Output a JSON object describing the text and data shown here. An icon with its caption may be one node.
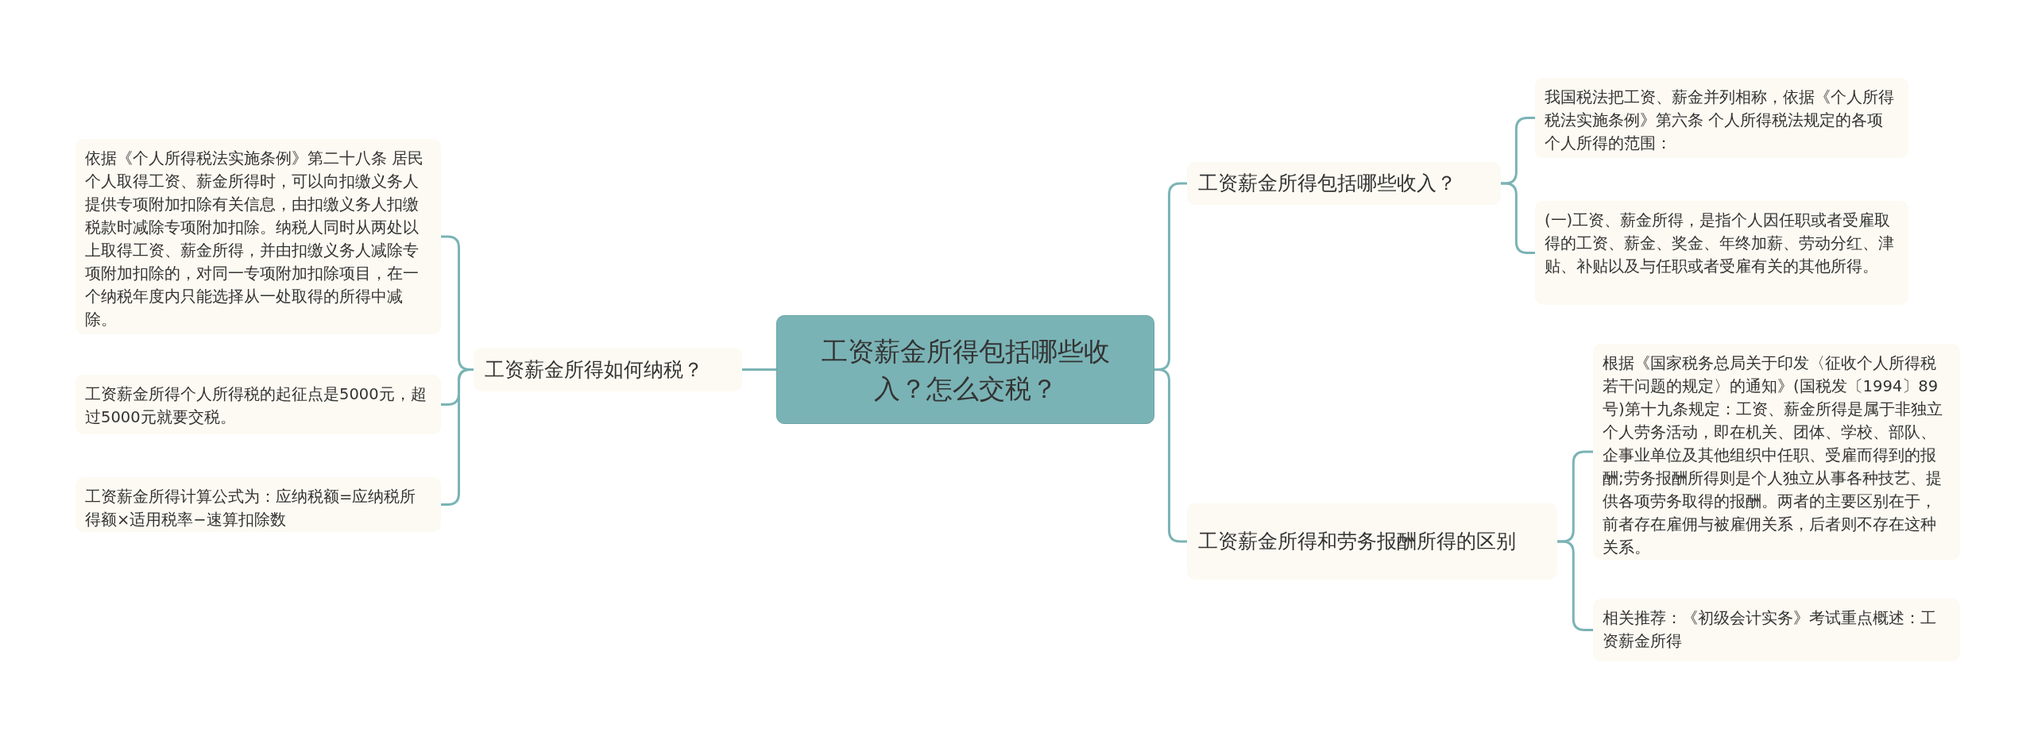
{
  "diagram": {
    "nodes": [
      {
        "text": [
          "工资薪金所得包括哪些收入？怎么交税？"
        ]
      },
      {
        "text": [
          "工资薪金所得如何纳税？"
        ]
      },
      {
        "text": [
          "依据《个人所得税法实施条例》第二十八条 居民个人取得工资、薪金所得时，可以向扣缴义务人提供专项附加扣除有关信息，由扣缴义务人扣缴税款时减除专项附加扣除。纳税人同时从两处以上取得工资、薪金所得，并由扣缴义务人减除专项附加扣除的，对同一专项附加扣除项目，在一个纳税年度内只能选择从一处取得的所得中减除。"
        ]
      },
      {
        "text": [
          "工资薪金所得个人所得税的起征点是5000元，超过5000元就要交税。"
        ]
      },
      {
        "text": [
          "工资薪金所得计算公式为：应纳税额=应纳税所得额×适用税率−速算扣除数"
        ]
      },
      {
        "text": [
          "工资薪金所得包括哪些收入？"
        ]
      },
      {
        "text": [
          "我国税法把工资、薪金并列相称，依据《个人所得税法实施条例》第六条 个人所得税法规定的各项个人所得的范围："
        ]
      },
      {
        "text": [
          "(一)工资、薪金所得，是指个人因任职或者受雇取得的工资、薪金、奖金、年终加薪、劳动分红、津贴、补贴以及与任职或者受雇有关的其他所得。"
        ]
      },
      {
        "text": [
          "工资薪金所得和劳务报酬所得的区别"
        ]
      },
      {
        "text": [
          "根据《国家税务总局关于印发〈征收个人所得税若干问题的规定〉的通知》(国税发〔1994〕89号)第十九条规定：工资、薪金所得是属于非独立个人劳务活动，即在机关、团体、学校、部队、企事业单位及其他组织中任职、受雇而得到的报酬;劳务报酬所得则是个人独立从事各种技艺、提供各项劳务取得的报酬。两者的主要区别在于，前者存在雇佣与被雇佣关系，后者则不存在这种关系。"
        ]
      },
      {
        "text": [
          "相关推荐：《初级会计实务》考试重点概述：工资薪金所得"
        ]
      }
    ],
    "edges": [
      {
        "from": 0,
        "to": 1,
        "arrow": "none"
      },
      {
        "from": 1,
        "to": 2,
        "arrow": "none"
      },
      {
        "from": 1,
        "to": 3,
        "arrow": "none"
      },
      {
        "from": 1,
        "to": 4,
        "arrow": "none"
      },
      {
        "from": 0,
        "to": 5,
        "arrow": "none"
      },
      {
        "from": 5,
        "to": 6,
        "arrow": "none"
      },
      {
        "from": 5,
        "to": 7,
        "arrow": "none"
      },
      {
        "from": 0,
        "to": 8,
        "arrow": "none"
      },
      {
        "from": 8,
        "to": 9,
        "arrow": "none"
      },
      {
        "from": 8,
        "to": 10,
        "arrow": "none"
      }
    ]
  }
}
